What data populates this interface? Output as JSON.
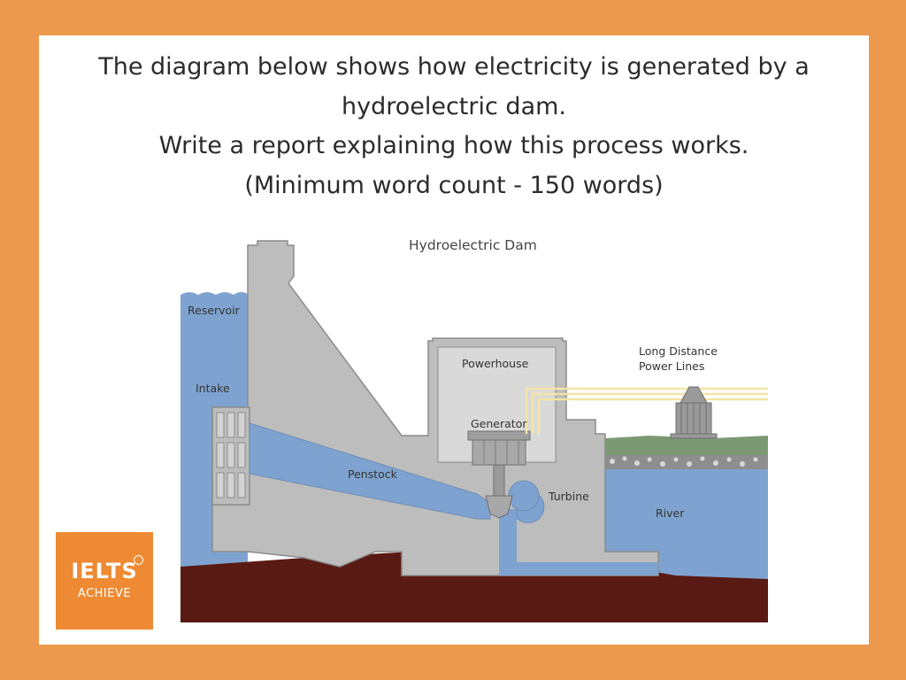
{
  "prompt": {
    "lines": [
      "The diagram below shows how electricity is generated by a",
      "hydroelectric dam.",
      "Write a report explaining how this process works.",
      "(Minimum word count - 150 words)"
    ]
  },
  "diagram": {
    "title": "Hydroelectric Dam",
    "labels": {
      "reservoir": "Reservoir",
      "intake": "Intake",
      "powerhouse": "Powerhouse",
      "generator": "Generator",
      "penstock": "Penstock",
      "turbine": "Turbine",
      "river": "River",
      "power_lines_1": "Long Distance",
      "power_lines_2": "Power Lines"
    },
    "colors": {
      "water": "#7FA3D0",
      "concrete": "#BDBDBD",
      "ground": "#5A1A14",
      "power_line": "#F3E5A8"
    }
  },
  "logo": {
    "main": "IELTS",
    "sub": "ACHIEVE",
    "color": "#EE8A33"
  }
}
